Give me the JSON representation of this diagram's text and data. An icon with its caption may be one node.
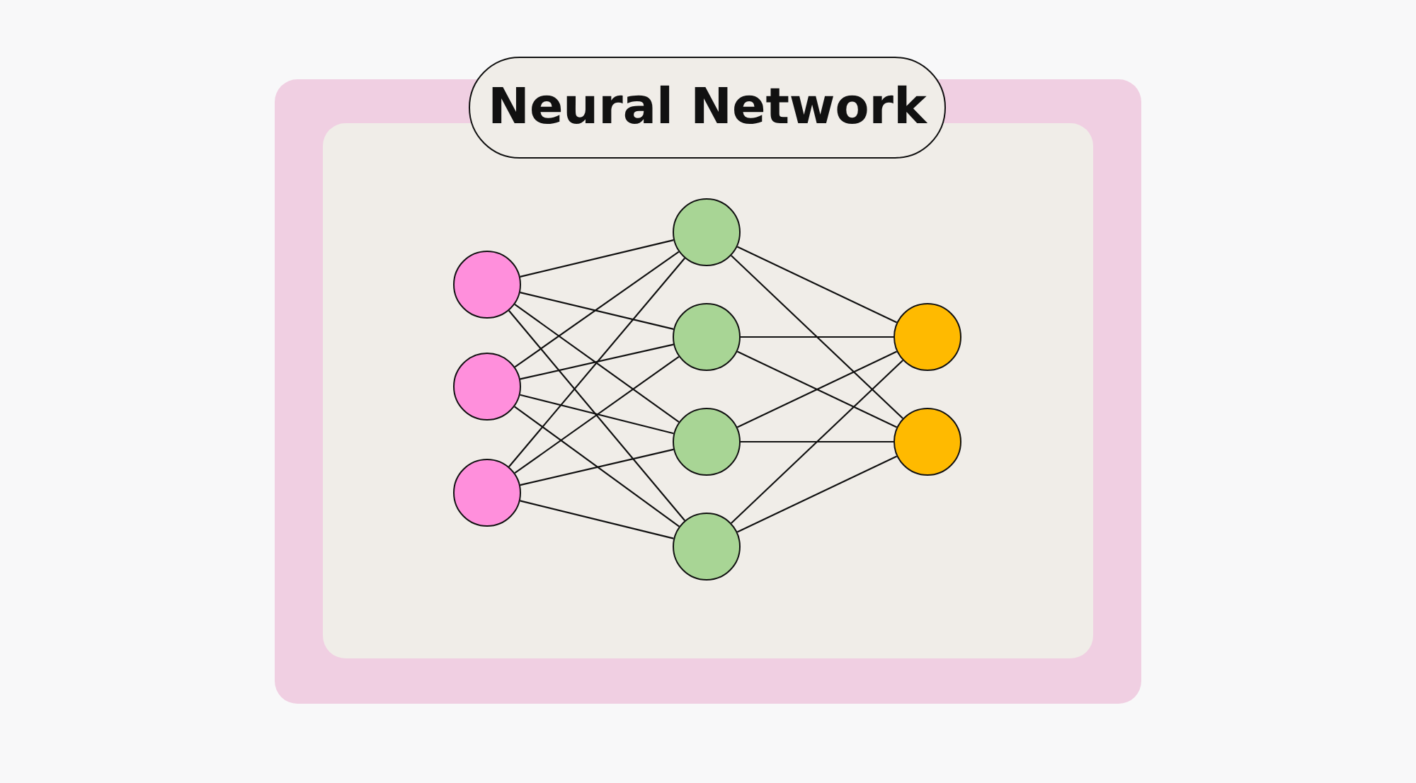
{
  "diagram": {
    "title": "Neural Network",
    "nodes": [
      {
        "text": [],
        "shape": "circle"
      },
      {
        "text": [],
        "shape": "circle"
      },
      {
        "text": [],
        "shape": "circle"
      },
      {
        "text": [],
        "shape": "circle"
      },
      {
        "text": [],
        "shape": "circle"
      },
      {
        "text": [],
        "shape": "circle"
      },
      {
        "text": [],
        "shape": "circle"
      },
      {
        "text": [],
        "shape": "circle"
      },
      {
        "text": [],
        "shape": "circle"
      }
    ],
    "edges": [
      {
        "from": 0,
        "to": 3,
        "arrow": "none"
      },
      {
        "from": 0,
        "to": 4,
        "arrow": "none"
      },
      {
        "from": 0,
        "to": 5,
        "arrow": "none"
      },
      {
        "from": 0,
        "to": 6,
        "arrow": "none"
      },
      {
        "from": 1,
        "to": 3,
        "arrow": "none"
      },
      {
        "from": 1,
        "to": 4,
        "arrow": "none"
      },
      {
        "from": 1,
        "to": 5,
        "arrow": "none"
      },
      {
        "from": 1,
        "to": 6,
        "arrow": "none"
      },
      {
        "from": 2,
        "to": 3,
        "arrow": "none"
      },
      {
        "from": 2,
        "to": 4,
        "arrow": "none"
      },
      {
        "from": 2,
        "to": 5,
        "arrow": "none"
      },
      {
        "from": 2,
        "to": 6,
        "arrow": "none"
      },
      {
        "from": 3,
        "to": 7,
        "arrow": "none"
      },
      {
        "from": 3,
        "to": 8,
        "arrow": "none"
      },
      {
        "from": 4,
        "to": 7,
        "arrow": "none"
      },
      {
        "from": 4,
        "to": 8,
        "arrow": "none"
      },
      {
        "from": 5,
        "to": 7,
        "arrow": "none"
      },
      {
        "from": 5,
        "to": 8,
        "arrow": "none"
      },
      {
        "from": 6,
        "to": 7,
        "arrow": "none"
      },
      {
        "from": 6,
        "to": 8,
        "arrow": "none"
      }
    ]
  }
}
